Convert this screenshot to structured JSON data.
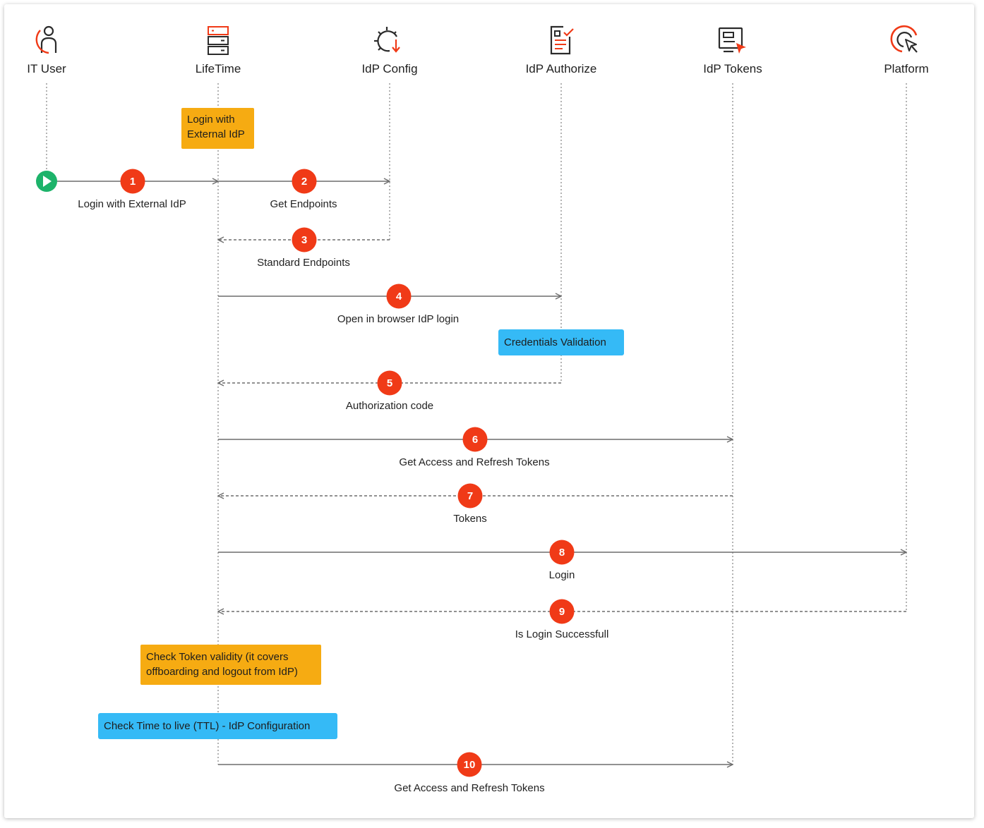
{
  "participants": [
    {
      "id": "it_user",
      "name": "IT User",
      "icon": "person-icon"
    },
    {
      "id": "lifetime",
      "name": "LifeTime",
      "icon": "server-icon"
    },
    {
      "id": "idp_config",
      "name": "IdP Config",
      "icon": "gear-config-icon"
    },
    {
      "id": "idp_authorize",
      "name": "IdP Authorize",
      "icon": "document-check-icon"
    },
    {
      "id": "idp_tokens",
      "name": "IdP Tokens",
      "icon": "monitor-cursor-icon"
    },
    {
      "id": "platform",
      "name": "Platform",
      "icon": "target-cursor-icon"
    }
  ],
  "messages": [
    {
      "number": "1",
      "label": "Login with External IdP",
      "from": "it_user",
      "to": "lifetime",
      "style": "solid"
    },
    {
      "number": "2",
      "label": "Get Endpoints",
      "from": "lifetime",
      "to": "idp_config",
      "style": "solid"
    },
    {
      "number": "3",
      "label": "Standard Endpoints",
      "from": "idp_config",
      "to": "lifetime",
      "style": "dashed"
    },
    {
      "number": "4",
      "label": "Open in browser IdP login",
      "from": "lifetime",
      "to": "idp_authorize",
      "style": "solid"
    },
    {
      "number": "5",
      "label": "Authorization code",
      "from": "idp_authorize",
      "to": "lifetime",
      "style": "dashed"
    },
    {
      "number": "6",
      "label": "Get Access and Refresh Tokens",
      "from": "lifetime",
      "to": "idp_tokens",
      "style": "solid"
    },
    {
      "number": "7",
      "label": "Tokens",
      "from": "idp_tokens",
      "to": "lifetime",
      "style": "dashed"
    },
    {
      "number": "8",
      "label": "Login",
      "from": "lifetime",
      "to": "platform",
      "style": "solid"
    },
    {
      "number": "9",
      "label": "Is Login Successfull",
      "from": "platform",
      "to": "lifetime",
      "style": "dashed"
    },
    {
      "number": "10",
      "label": "Get Access and Refresh Tokens",
      "from": "lifetime",
      "to": "idp_tokens",
      "style": "solid"
    }
  ],
  "notes": {
    "login_external": [
      "Login with",
      "External IdP"
    ],
    "credentials": "Credentials Validation",
    "check_token": [
      "Check Token validity (it covers",
      "offboarding and logout from IdP)"
    ],
    "check_ttl": "Check Time to live (TTL) - IdP Configuration"
  },
  "colors": {
    "accent_red": "#f03a17",
    "start_green": "#1db36a",
    "note_orange": "#f6ab12",
    "note_blue": "#35baf6",
    "line": "#6d6d6d",
    "icon_dark": "#2b2b2b"
  }
}
